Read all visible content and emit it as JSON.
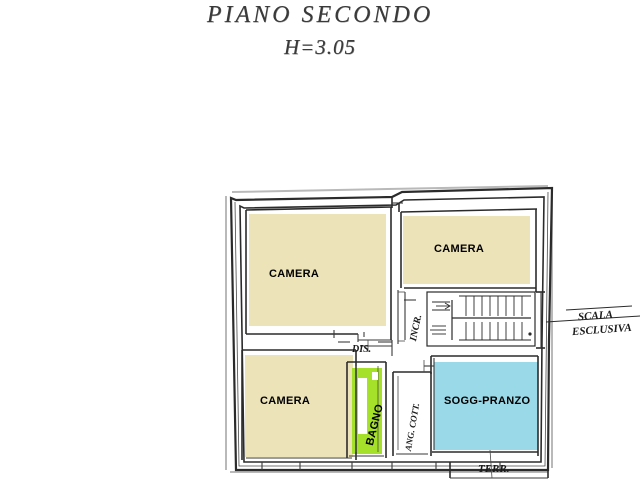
{
  "title": {
    "main": "PIANO SECONDO",
    "height_note": "H=3.05"
  },
  "colors": {
    "room_beige": "#EDE3B8",
    "room_green": "#A5E02A",
    "room_blue": "#9AD9E8",
    "wall_dark": "#2b2b2b",
    "wall_light": "#cfcfcf",
    "paper": "#ffffff",
    "text": "#000000"
  },
  "rooms": [
    {
      "id": "camera-top-left",
      "label": "CAMERA",
      "fill": "beige",
      "orientation": "horizontal"
    },
    {
      "id": "camera-top-right",
      "label": "CAMERA",
      "fill": "beige",
      "orientation": "horizontal"
    },
    {
      "id": "camera-bottom-left",
      "label": "CAMERA",
      "fill": "beige",
      "orientation": "horizontal"
    },
    {
      "id": "bagno",
      "label": "BAGNO",
      "fill": "green",
      "orientation": "vertical"
    },
    {
      "id": "sogg-pranzo",
      "label": "SOGG-PRANZO",
      "fill": "blue",
      "orientation": "horizontal"
    }
  ],
  "annotations": [
    {
      "id": "dis",
      "label": "DIS.",
      "orientation": "horizontal"
    },
    {
      "id": "incr",
      "label": "INCR.",
      "orientation": "vertical"
    },
    {
      "id": "ang-cott",
      "label": "ANG. COTT.",
      "orientation": "vertical"
    },
    {
      "id": "terr",
      "label": "TERR.",
      "orientation": "horizontal"
    },
    {
      "id": "scala",
      "label": "SCALA",
      "orientation": "horizontal"
    },
    {
      "id": "scala-esclusiva",
      "label": "ESCLUSIVA",
      "orientation": "horizontal"
    }
  ],
  "features": {
    "staircase_name": "staircase",
    "staircase_steps": 9
  }
}
